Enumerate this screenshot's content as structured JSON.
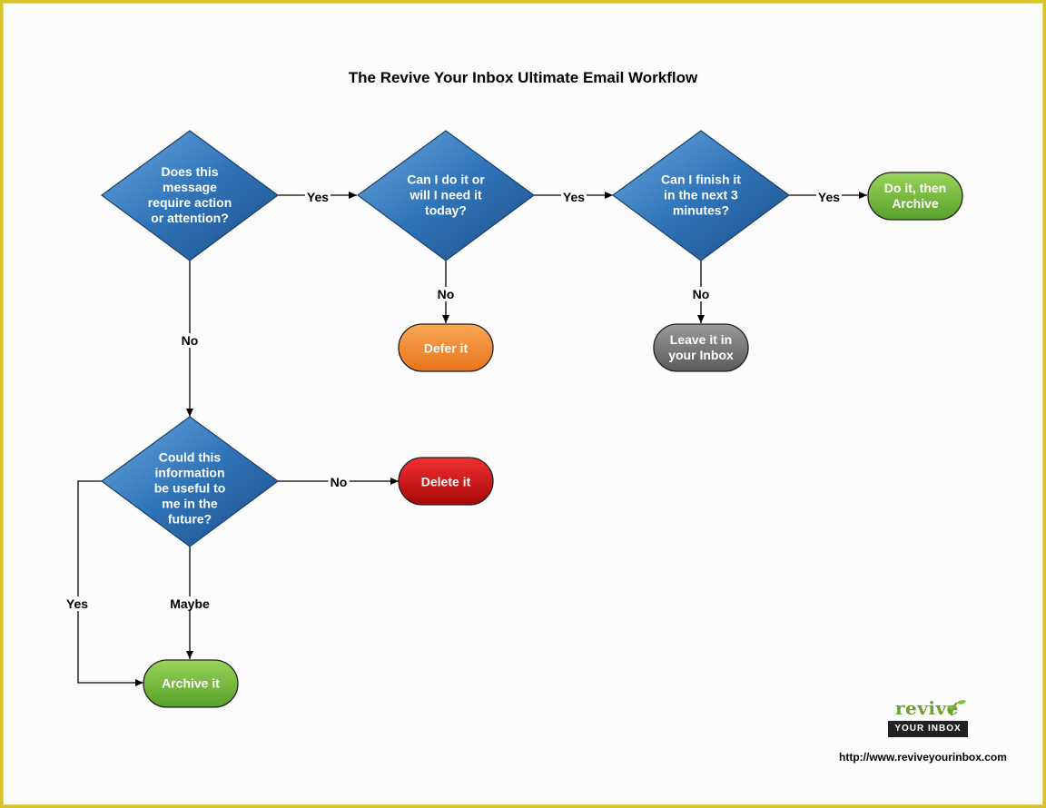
{
  "title": "The Revive Your Inbox Ultimate Email Workflow",
  "nodes": {
    "q_action": "Does this message require action or attention?",
    "q_today": "Can I do it or will I need it today?",
    "q_three_min": "Can I finish it in the next 3 minutes?",
    "q_useful": "Could this information be useful to me in the future?",
    "do_archive": "Do it, then Archive",
    "defer": "Defer it",
    "leave_inbox": "Leave it in your Inbox",
    "delete": "Delete it",
    "archive": "Archive it"
  },
  "edges": {
    "yes_1": "Yes",
    "yes_2": "Yes",
    "yes_3": "Yes",
    "no_defer": "No",
    "no_leave": "No",
    "no_down": "No",
    "no_delete": "No",
    "yes_left": "Yes",
    "maybe": "Maybe"
  },
  "logo": {
    "word": "revive",
    "tagline": "YOUR INBOX"
  },
  "url": "http://www.reviveyourinbox.com",
  "colors": {
    "diamond": "#2f74b8",
    "green": "#6cb33f",
    "orange": "#f08a24",
    "gray": "#6b6b6b",
    "red": "#cc1111"
  }
}
